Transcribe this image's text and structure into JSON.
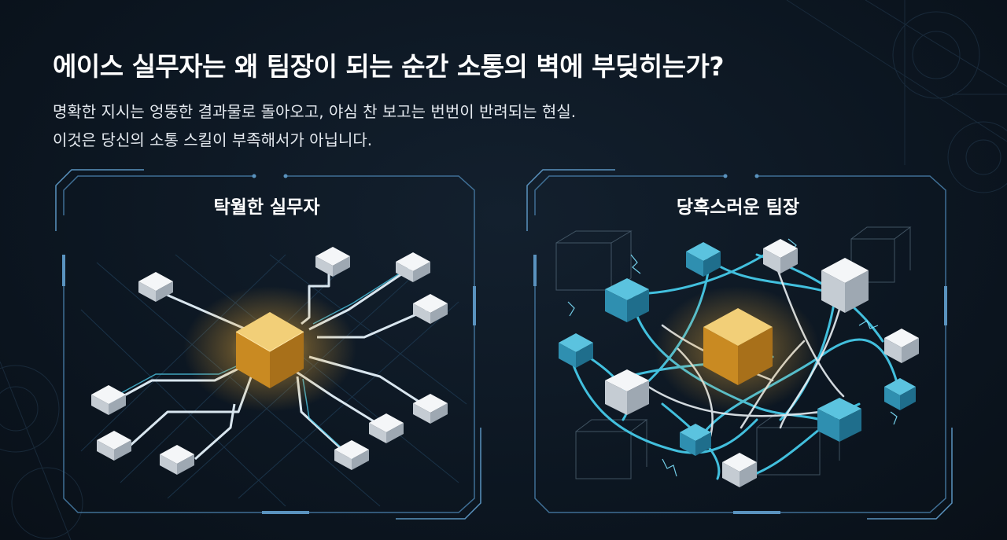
{
  "header": {
    "title": "에이스 실무자는 왜 팀장이 되는 순간 소통의 벽에 부딪히는가?",
    "subtitle_lines": [
      "명확한 지시는 엉뚱한 결과물로 돌아오고, 야심 찬 보고는 번번이 반려되는 현실.",
      "이것은 당신의 소통 스킬이 부족해서가 아닙니다."
    ]
  },
  "panels": {
    "left": {
      "label": "탁월한 실무자"
    },
    "right": {
      "label": "당혹스러운 팀장"
    }
  },
  "colors": {
    "background": "#0c1621",
    "frame": "#4a7fa8",
    "gold": "#e7a93a",
    "cyan": "#3fc3e0",
    "white_cube": "#e8ecf0"
  }
}
